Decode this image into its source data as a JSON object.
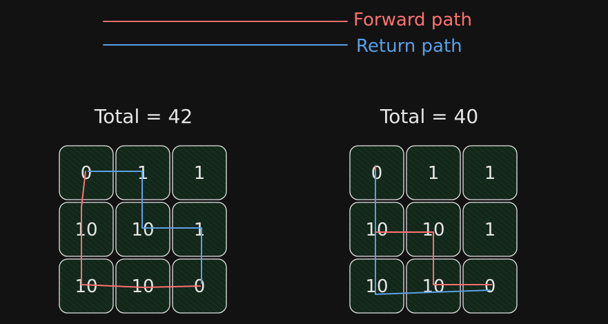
{
  "legend": {
    "items": [
      {
        "label": "Forward path",
        "color": "#ff7171",
        "line": [
          [
            150,
            31
          ],
          [
            503,
            31
          ]
        ],
        "text_at": [
          512,
          28
        ]
      },
      {
        "label": "Return path",
        "color": "#5aa0e6",
        "line": [
          [
            150,
            65
          ],
          [
            503,
            65
          ]
        ],
        "text_at": [
          516,
          66
        ]
      }
    ]
  },
  "grids": [
    {
      "id": "left",
      "title": "Total = 42",
      "values": [
        [
          "0",
          "1",
          "1"
        ],
        [
          "10",
          "10",
          "1"
        ],
        [
          "10",
          "10",
          "0"
        ]
      ],
      "forward_path": [
        [
          124,
          248
        ],
        [
          118,
          300
        ],
        [
          118,
          412
        ],
        [
          208,
          416
        ],
        [
          290,
          414
        ]
      ],
      "return_path": [
        [
          128,
          248
        ],
        [
          206,
          248
        ],
        [
          206,
          300
        ],
        [
          206,
          330
        ],
        [
          292,
          330
        ],
        [
          292,
          410
        ]
      ]
    },
    {
      "id": "right",
      "title": "Total = 40",
      "values": [
        [
          "0",
          "1",
          "1"
        ],
        [
          "10",
          "10",
          "1"
        ],
        [
          "10",
          "10",
          "0"
        ]
      ],
      "forward_path": [
        [
          544,
          240
        ],
        [
          544,
          336
        ],
        [
          628,
          336
        ],
        [
          628,
          412
        ],
        [
          712,
          412
        ]
      ],
      "return_path": [
        [
          544,
          248
        ],
        [
          544,
          426
        ],
        [
          710,
          420
        ]
      ]
    }
  ],
  "style": {
    "background": "#121212",
    "cell_fill": "#13261a",
    "cell_stroke": "#e4e4e4",
    "text_color": "#e6e6e6"
  }
}
